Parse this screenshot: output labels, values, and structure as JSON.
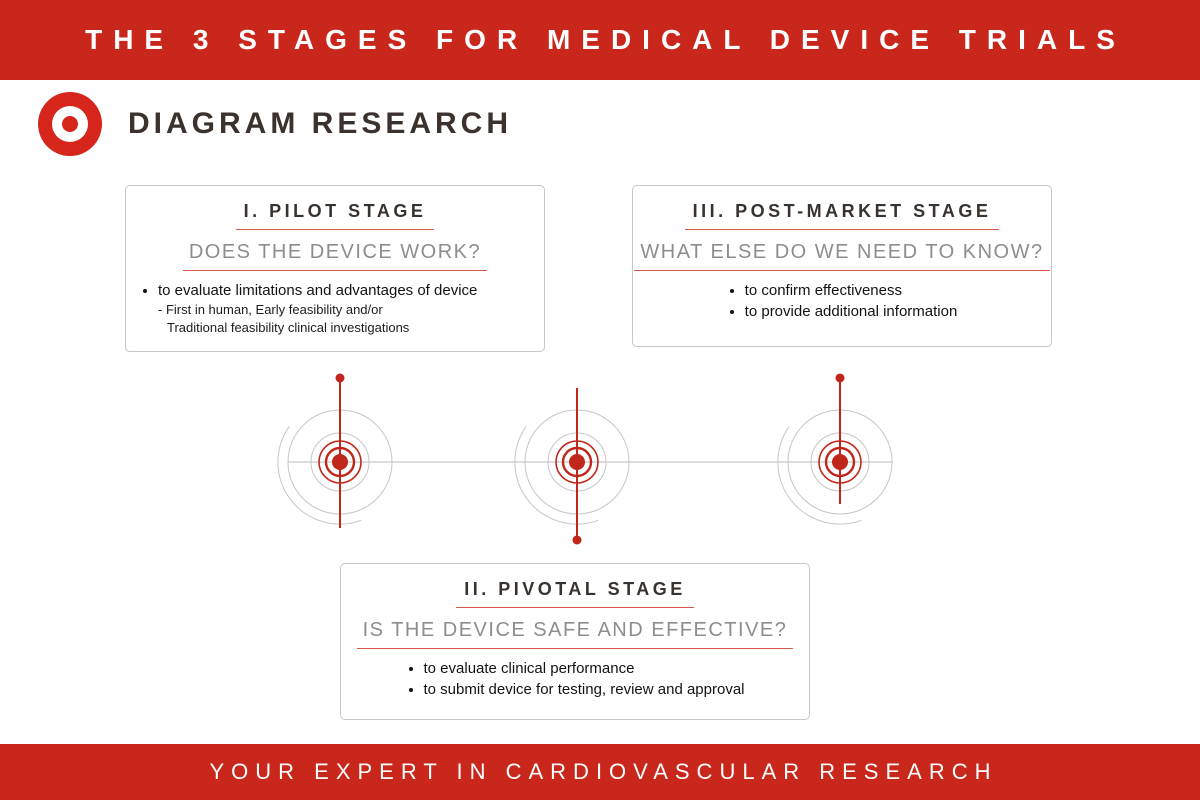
{
  "colors": {
    "banner_red": "#c9271c",
    "logo_red": "#d6251b",
    "underline_red": "#d8564a",
    "title_dark": "#39332f",
    "question_gray": "#8d8d8d",
    "line_gray": "#b9b9b9"
  },
  "header": {
    "title": "THE 3 STAGES FOR MEDICAL DEVICE TRIALS"
  },
  "brand": {
    "name": "DIAGRAM RESEARCH",
    "icon": "bullseye-logo"
  },
  "stages": {
    "pilot": {
      "title": "I. PILOT STAGE",
      "question": "DOES THE DEVICE WORK?",
      "bullets": [
        "to evaluate limitations and advantages of device"
      ],
      "subnote_lines": [
        "- First in human, Early feasibility and/or",
        "Traditional feasibility clinical investigations"
      ]
    },
    "post_market": {
      "title": "III. POST-MARKET STAGE",
      "question": "WHAT ELSE DO WE NEED TO KNOW?",
      "bullets": [
        "to confirm effectiveness",
        "to provide additional information"
      ]
    },
    "pivotal": {
      "title": "II. PIVOTAL STAGE",
      "question": "IS THE DEVICE SAFE AND EFFECTIVE?",
      "bullets": [
        "to evaluate clinical performance",
        "to submit device for testing, review and approval"
      ]
    }
  },
  "footer": {
    "text": "YOUR EXPERT IN CARDIOVASCULAR RESEARCH"
  }
}
